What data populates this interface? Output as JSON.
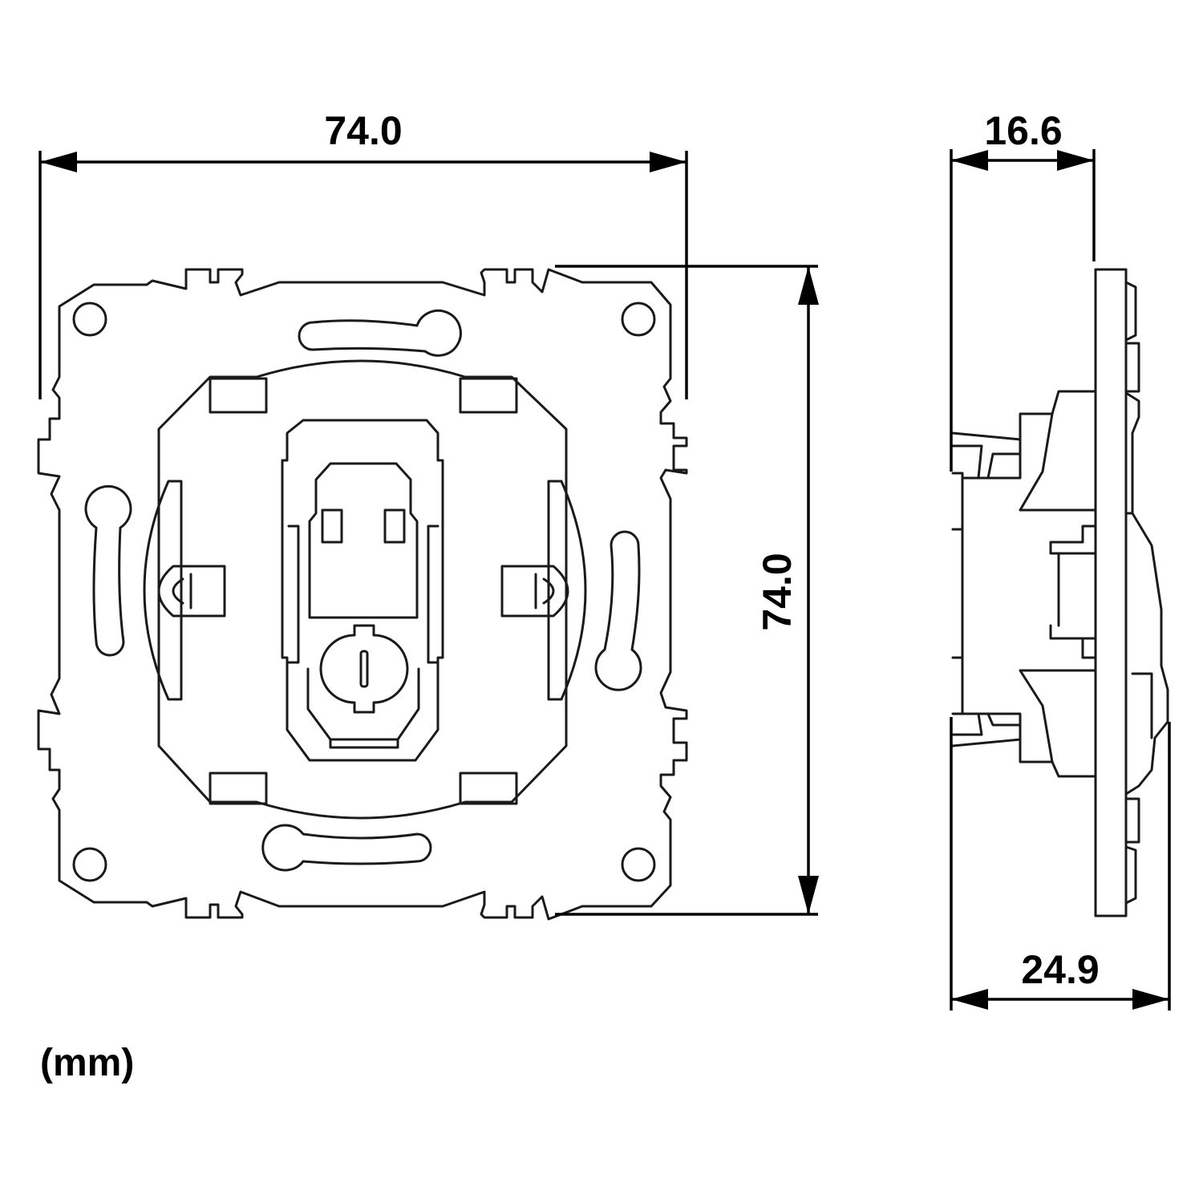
{
  "front_view": {
    "width_label": "74.0",
    "height_label": "74.0"
  },
  "side_view": {
    "top_label": "16.6",
    "bottom_label": "24.9"
  },
  "unit_label": "(mm)"
}
